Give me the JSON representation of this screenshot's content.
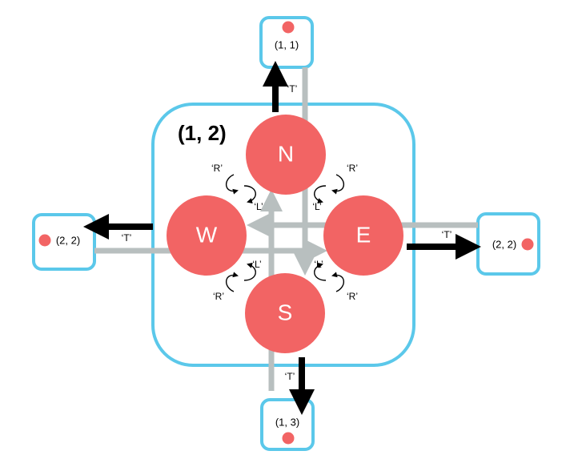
{
  "center": {
    "label": "(1, 2)"
  },
  "directions": {
    "north": "N",
    "south": "S",
    "east": "E",
    "west": "W"
  },
  "neighbors": {
    "north": "(1, 1)",
    "south": "(1, 3)",
    "east": "(2, 2)",
    "west": "(2, 2)"
  },
  "moves": {
    "through": "‘T’",
    "right": "‘R’",
    "left": "‘L’"
  },
  "colors": {
    "cell_border": "#5bc8ea",
    "direction_node": "#f26464",
    "lane": "#b8bfbf",
    "exit_arrow": "#000000"
  }
}
